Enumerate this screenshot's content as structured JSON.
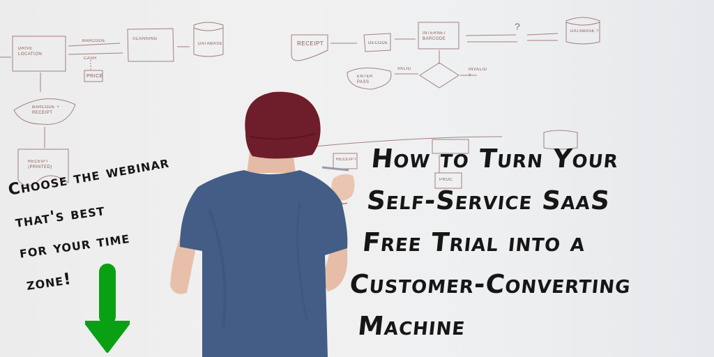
{
  "image": {
    "description": "Webinar promo banner: man in maroon beanie and blue t-shirt drawing a flowchart on a whiteboard, with handwritten-style headline text",
    "colors": {
      "whiteboard": "#eeeeee",
      "ink_sketch": "#7a3a3a",
      "headline_text": "#161616",
      "arrow_green": "#0aa014",
      "shirt_blue": "#435d86",
      "beanie_maroon": "#6e1e2a",
      "skin": "#e9c2ad"
    }
  },
  "headline": {
    "lines": [
      "How to Turn Your",
      "Self-Service SaaS",
      "Free Trial into a",
      "Customer-Converting",
      "Machine"
    ]
  },
  "cta": {
    "lines": [
      "Choose the webinar",
      "that's best",
      "for your time",
      "zone!"
    ],
    "arrow_icon": "arrow-down-icon"
  },
  "whiteboard_sketch": {
    "labels": [
      "Drive location",
      "barcode",
      "Scanning",
      "Database",
      "Cash",
      "Price",
      "Barcode + receipt",
      "Receipt (printed)",
      "Receipt",
      "Decode",
      "Internet Barcode",
      "Enter Pass",
      "Valid",
      "Invalid ?",
      "?",
      "Database ?",
      "Receipt",
      "Proc"
    ]
  }
}
